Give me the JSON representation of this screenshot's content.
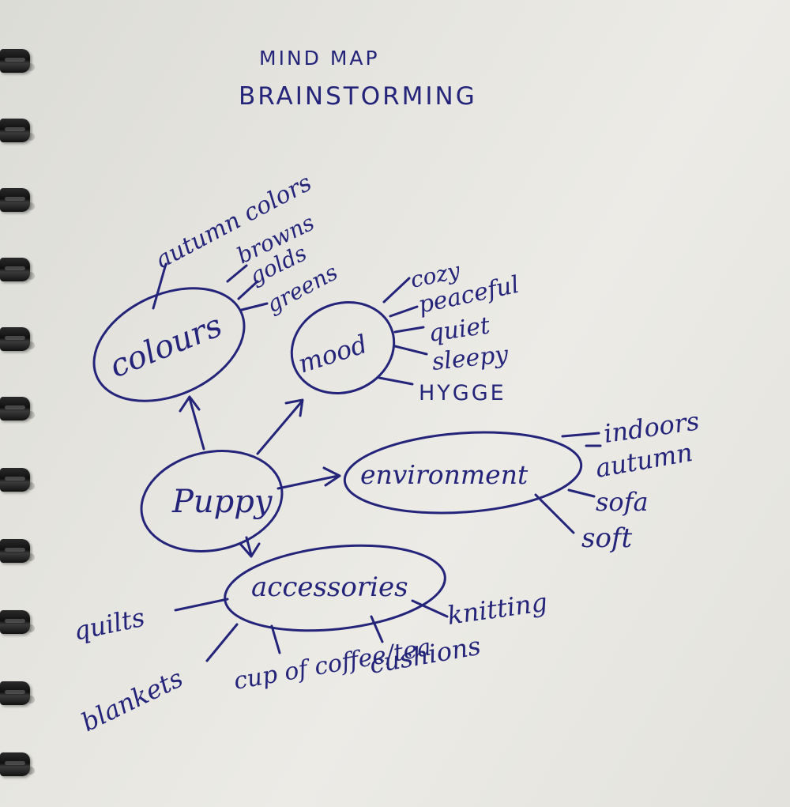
{
  "title": {
    "line1": "MIND MAP",
    "line2": "BRAINSTORMING"
  },
  "center": "Puppy",
  "branches": {
    "colours": {
      "label": "colours",
      "items": [
        "autumn colors",
        "browns",
        "golds",
        "greens"
      ]
    },
    "mood": {
      "label": "mood",
      "items": [
        "cozy",
        "peaceful",
        "quiet",
        "sleepy",
        "HYGGE"
      ]
    },
    "environment": {
      "label": "environment",
      "items": [
        "indoors",
        "autumn",
        "sofa",
        "soft"
      ]
    },
    "accessories": {
      "label": "accessories",
      "items": [
        "quilts",
        "blankets",
        "cup of coffee/tea",
        "cushions",
        "knitting"
      ]
    }
  },
  "ink_color": "#24257a"
}
